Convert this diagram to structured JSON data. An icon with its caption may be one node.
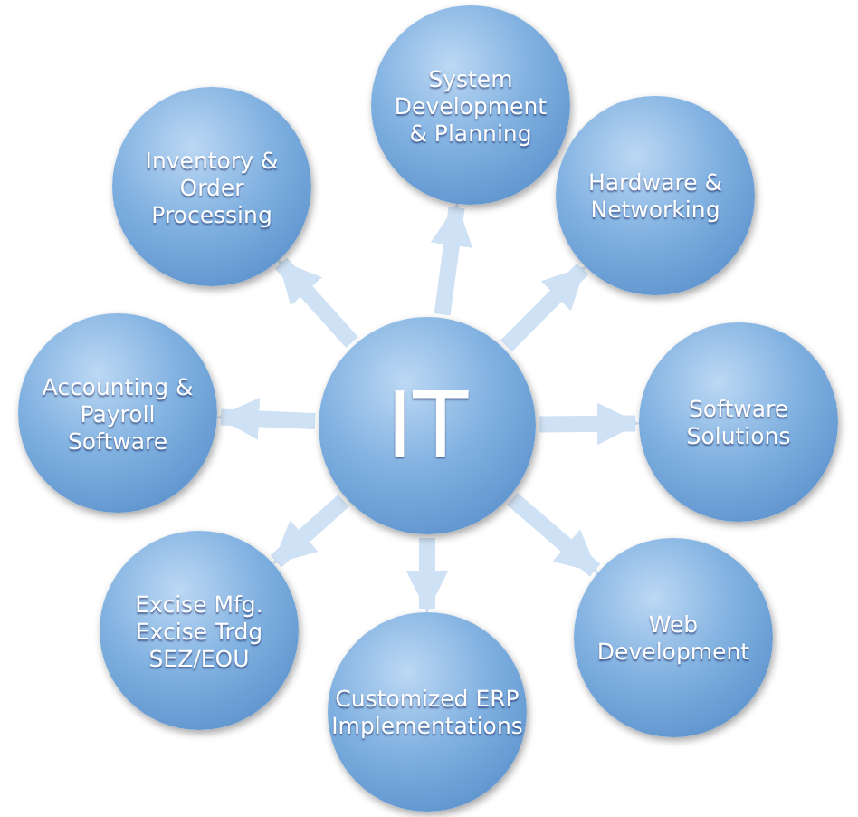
{
  "diagram": {
    "nodes": [
      {
        "text": [
          "IT"
        ]
      },
      {
        "text": [
          "System Development & Planning"
        ]
      },
      {
        "text": [
          "Inventory & Order Processing"
        ]
      },
      {
        "text": [
          "Hardware & Networking"
        ]
      },
      {
        "text": [
          "Accounting & Payroll Software"
        ]
      },
      {
        "text": [
          "Software Solutions"
        ]
      },
      {
        "text": [
          "Excise Mfg. Excise Trdg SEZ/EOU"
        ]
      },
      {
        "text": [
          "Web Development"
        ]
      },
      {
        "text": [
          "Customized ERP Implementations"
        ]
      }
    ],
    "edges": [
      {
        "from": 0,
        "to": 1,
        "arrow": "to"
      },
      {
        "from": 0,
        "to": 2,
        "arrow": "to"
      },
      {
        "from": 0,
        "to": 3,
        "arrow": "to"
      },
      {
        "from": 0,
        "to": 4,
        "arrow": "to"
      },
      {
        "from": 0,
        "to": 5,
        "arrow": "to"
      },
      {
        "from": 0,
        "to": 6,
        "arrow": "to"
      },
      {
        "from": 0,
        "to": 7,
        "arrow": "to"
      },
      {
        "from": 0,
        "to": 8,
        "arrow": "to"
      }
    ]
  }
}
